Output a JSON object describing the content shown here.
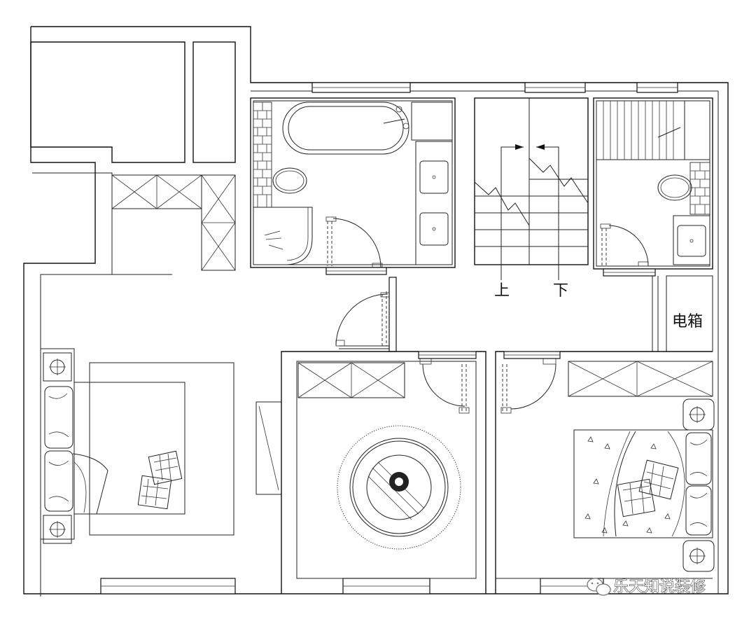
{
  "labels": {
    "stair_up": "上",
    "stair_down": "下",
    "electrical_box": "电箱"
  },
  "watermark": {
    "text": "乐天知说装修",
    "icon": "wechat-icon"
  },
  "colors": {
    "line": "#111111",
    "background": "#ffffff"
  }
}
